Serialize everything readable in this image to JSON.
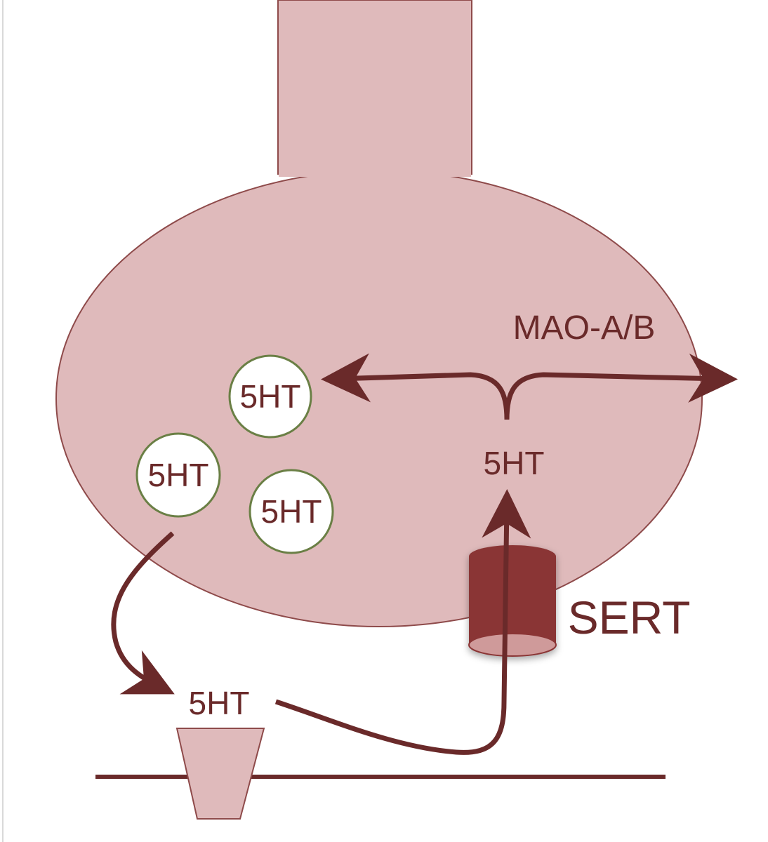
{
  "labels": {
    "mao": "MAO-A/B",
    "cytosol_5ht": "5HT",
    "sert": "SERT",
    "synaptic_5ht": "5HT"
  },
  "vesicles": [
    {
      "label": "5HT"
    },
    {
      "label": "5HT"
    },
    {
      "label": "5HT"
    }
  ],
  "colors": {
    "terminal_fill": "#dfbabb",
    "outline": "#8e4a4a",
    "arrow": "#6a2a2a",
    "transporter": "#8a3535",
    "transporter_end": "#cf9a9a",
    "vesicle_border": "#6a7f45",
    "vesicle_fill": "#ffffff"
  }
}
